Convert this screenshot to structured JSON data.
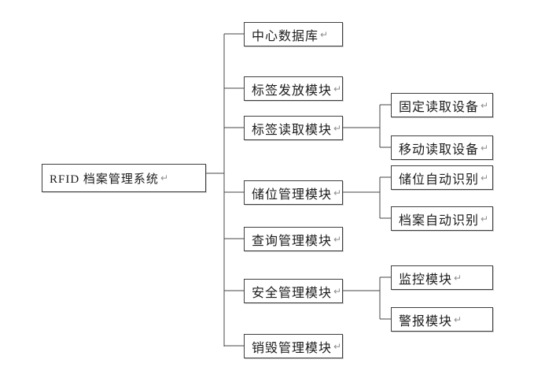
{
  "diagram_type": "tree",
  "return_mark": "↵",
  "colors": {
    "background": "#ffffff",
    "box_border": "#3e3e3e",
    "line": "#464646",
    "text": "#1c1c1c",
    "return_mark": "#8d8d8d"
  },
  "nodes": {
    "root": {
      "label": "RFID 档案管理系统",
      "parent": null
    },
    "central_database": {
      "label": "中心数据库",
      "parent": "root"
    },
    "tag_issuing": {
      "label": "标签发放模块",
      "parent": "root"
    },
    "tag_reading": {
      "label": "标签读取模块",
      "parent": "root"
    },
    "fixed_reader": {
      "label": "固定读取设备",
      "parent": "tag_reading"
    },
    "mobile_reader": {
      "label": "移动读取设备",
      "parent": "tag_reading"
    },
    "storage_mgmt": {
      "label": "储位管理模块",
      "parent": "root"
    },
    "storage_auto_id": {
      "label": "储位自动识别",
      "parent": "storage_mgmt"
    },
    "archive_auto_id": {
      "label": "档案自动识别",
      "parent": "storage_mgmt"
    },
    "query_mgmt": {
      "label": "查询管理模块",
      "parent": "root"
    },
    "security_mgmt": {
      "label": "安全管理模块",
      "parent": "root"
    },
    "monitoring": {
      "label": "监控模块",
      "parent": "security_mgmt"
    },
    "alarm": {
      "label": "警报模块",
      "parent": "security_mgmt"
    },
    "destruction_mgmt": {
      "label": "销毁管理模块",
      "parent": "root"
    }
  }
}
